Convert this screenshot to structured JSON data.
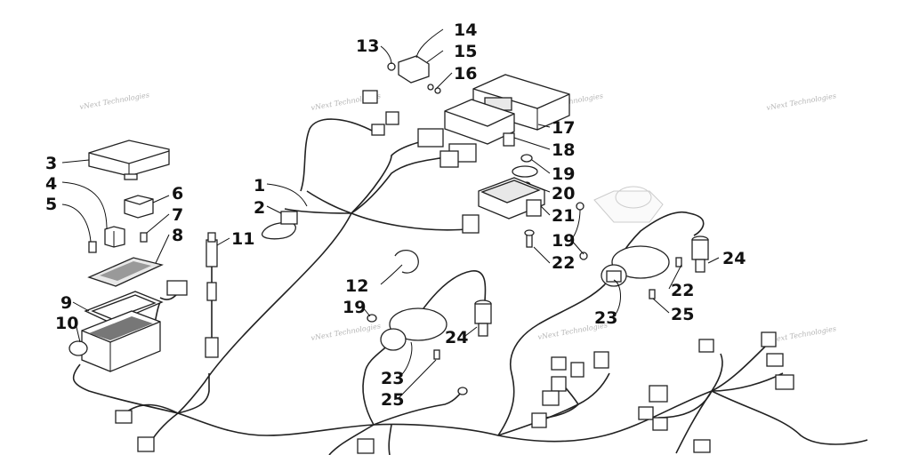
{
  "watermark": "vNext Technologies",
  "callouts": {
    "c1": "1",
    "c2": "2",
    "c3": "3",
    "c4": "4",
    "c5": "5",
    "c6": "6",
    "c7": "7",
    "c8": "8",
    "c9": "9",
    "c10": "10",
    "c11": "11",
    "c12": "12",
    "c13": "13",
    "c14": "14",
    "c15": "15",
    "c16": "16",
    "c17": "17",
    "c18": "18",
    "c19a": "19",
    "c20": "20",
    "c21": "21",
    "c19b": "19",
    "c22a": "22",
    "c19c": "19",
    "c24a": "24",
    "c22b": "22",
    "c25a": "25",
    "c23a": "23",
    "c24b": "24",
    "c23b": "23",
    "c25b": "25"
  }
}
